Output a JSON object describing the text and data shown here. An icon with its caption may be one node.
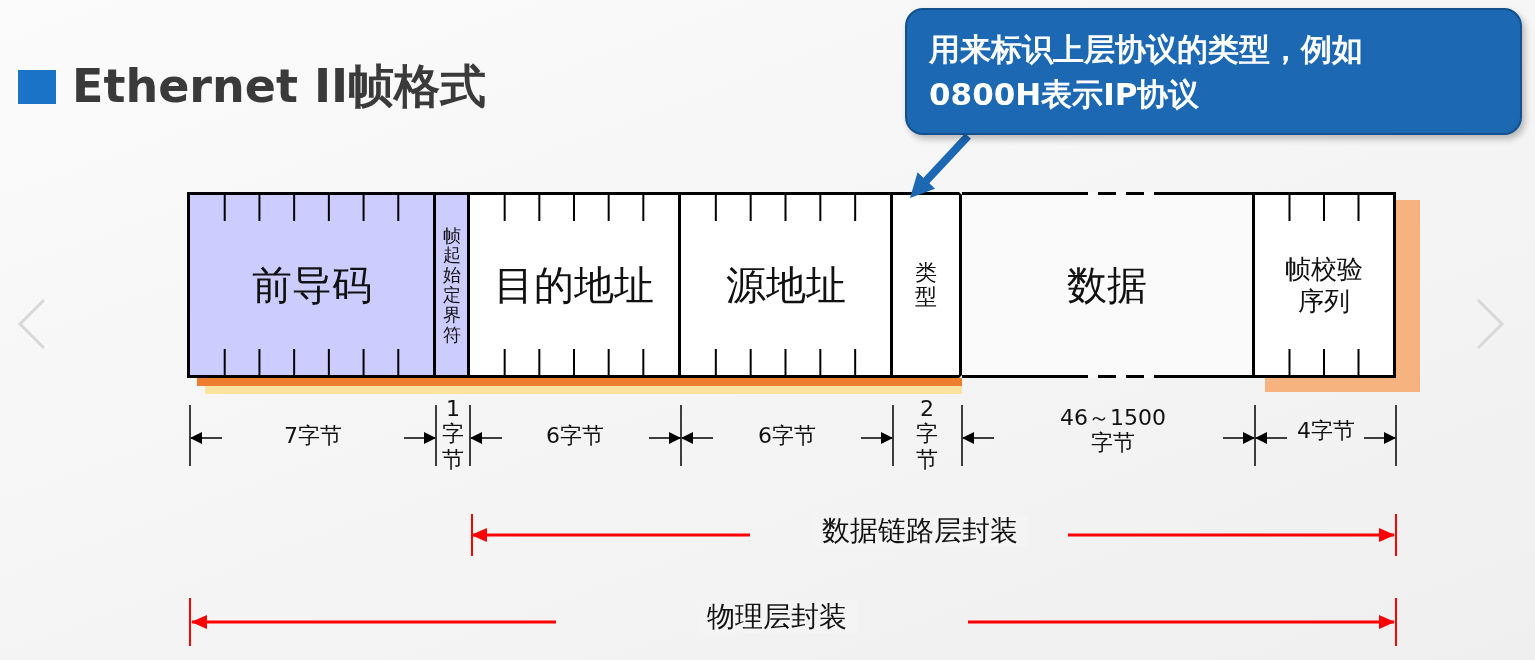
{
  "diagram": {
    "title": "Ethernet II帧格式",
    "nodes": [
      {
        "text": [
          "用来标识上层协议的类型，例如0800H表示IP协议"
        ]
      },
      {
        "text": [
          "前导码"
        ]
      },
      {
        "text": [
          "帧起始定界符"
        ]
      },
      {
        "text": [
          "目的地址"
        ]
      },
      {
        "text": [
          "源地址"
        ]
      },
      {
        "text": [
          "类型"
        ]
      },
      {
        "text": [
          "数据"
        ]
      },
      {
        "text": [
          "帧校验序列"
        ]
      }
    ],
    "edges": [
      {
        "from": 0,
        "to": 5,
        "arrow": "to"
      }
    ],
    "labels": [
      "7字节",
      "1字节",
      "6字节",
      "6字节",
      "2字节",
      "46～1500字节",
      "4字节",
      "数据链路层封装",
      "物理层封装"
    ]
  }
}
